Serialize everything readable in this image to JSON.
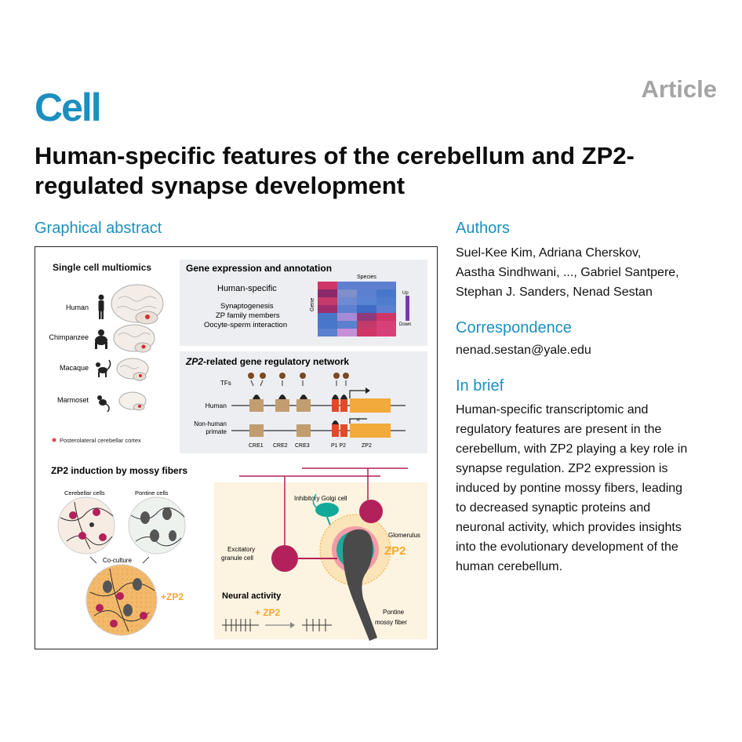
{
  "header": {
    "journal": "Cell",
    "article_type": "Article",
    "title_line1": "Human-specific features of the cerebellum and ZP2-",
    "title_line2": "regulated synapse development"
  },
  "graphical_abstract": {
    "heading": "Graphical abstract",
    "panel1": {
      "title": "Single cell multiomics",
      "species": [
        "Human",
        "Chimpanzee",
        "Macaque",
        "Marmoset"
      ],
      "legend": "Posterolateral cerebellar cortex"
    },
    "panel2": {
      "title": "Gene expression and annotation",
      "rows": [
        "Human-specific",
        "Synaptogenesis",
        "ZP family members",
        "Oocyte-sperm interaction"
      ],
      "col_label": "Species",
      "row_axis": "Gene",
      "scale_up": "Up",
      "scale_down": "Down"
    },
    "panel3": {
      "title_prefix": "ZP2",
      "title_suffix": "-related gene regulatory network",
      "tfs": "TFs",
      "human": "Human",
      "nonhuman_line1": "Non-human",
      "nonhuman_line2": "primate",
      "elements": [
        "CRE1",
        "CRE2",
        "CRE3",
        "P1 P2",
        "ZP2"
      ]
    },
    "panel4": {
      "title": "ZP2 induction by mossy fibers",
      "cerebellar": "Cerebellar cells",
      "pontine": "Pontine cells",
      "coculture": "Co-culture",
      "plus_zp2": "+ZP2",
      "golgi": "Inhibitory Golgi cell",
      "glomerulus": "Glomerulus",
      "zp2": "ZP2",
      "excitatory_line1": "Excitatory",
      "excitatory_line2": "granule cell",
      "neural_activity": "Neural activity",
      "activity_zp2": "+ ZP2",
      "mossy_line1": "Pontine",
      "mossy_line2": "mossy fiber"
    }
  },
  "authors": {
    "heading": "Authors",
    "line1": "Suel-Kee Kim, Adriana Cherskov,",
    "line2": "Aastha Sindhwani, ..., Gabriel Santpere,",
    "line3": "Stephan J. Sanders, Nenad Sestan"
  },
  "correspondence": {
    "heading": "Correspondence",
    "email": "nenad.sestan@yale.edu"
  },
  "in_brief": {
    "heading": "In brief",
    "lines": [
      "Human-specific transcriptomic and",
      "regulatory features are present in the",
      "cerebellum, with ZP2 playing a key role in",
      "synapse regulation. ZP2 expression is",
      "induced by pontine mossy fibers, leading",
      "to decreased synaptic proteins and",
      "neuronal activity, which provides insights",
      "into the evolutionary development of the",
      "human cerebellum."
    ]
  },
  "colors": {
    "brand": "#1c8fbf",
    "magenta": "#b3215a",
    "zp2_orange": "#f0a830",
    "teal": "#13a99a"
  }
}
